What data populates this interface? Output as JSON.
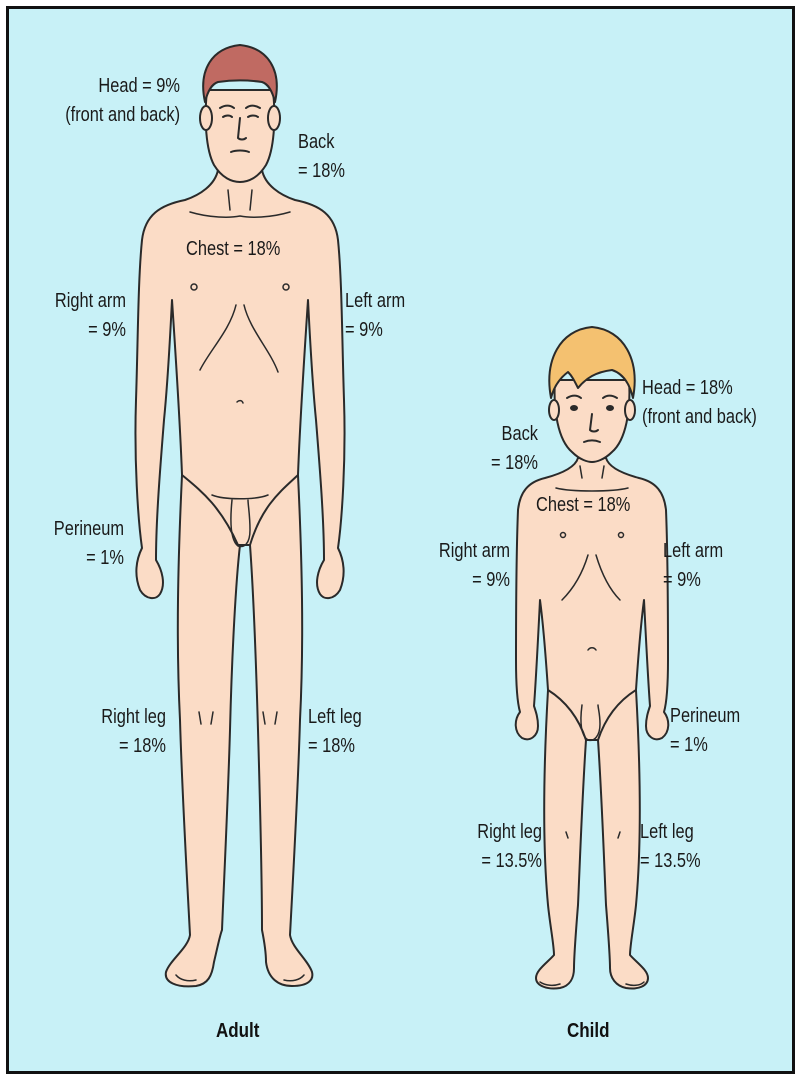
{
  "figures": [
    {
      "caption": "Adult",
      "labels": {
        "head": "Head = 9%\n(front and back)",
        "back": "Back\n= 18%",
        "chest": "Chest = 18%",
        "right_arm": "Right arm\n= 9%",
        "left_arm": "Left arm\n= 9%",
        "perineum": "Perineum\n= 1%",
        "right_leg": "Right leg\n= 18%",
        "left_leg": "Left leg\n= 18%"
      }
    },
    {
      "caption": "Child",
      "labels": {
        "head": "Head = 18%\n(front and back)",
        "back": "Back\n= 18%",
        "chest": "Chest = 18%",
        "right_arm": "Right arm\n= 9%",
        "left_arm": "Left arm\n= 9%",
        "perineum": "Perineum\n= 1%",
        "right_leg": "Right leg\n= 13.5%",
        "left_leg": "Left leg\n= 13.5%"
      }
    }
  ],
  "colors": {
    "background": "#c8f1f7",
    "skin": "#fbdcc6",
    "outline": "#2a2a2a",
    "adult_hair": "#c06a62",
    "child_hair": "#f4c170"
  }
}
